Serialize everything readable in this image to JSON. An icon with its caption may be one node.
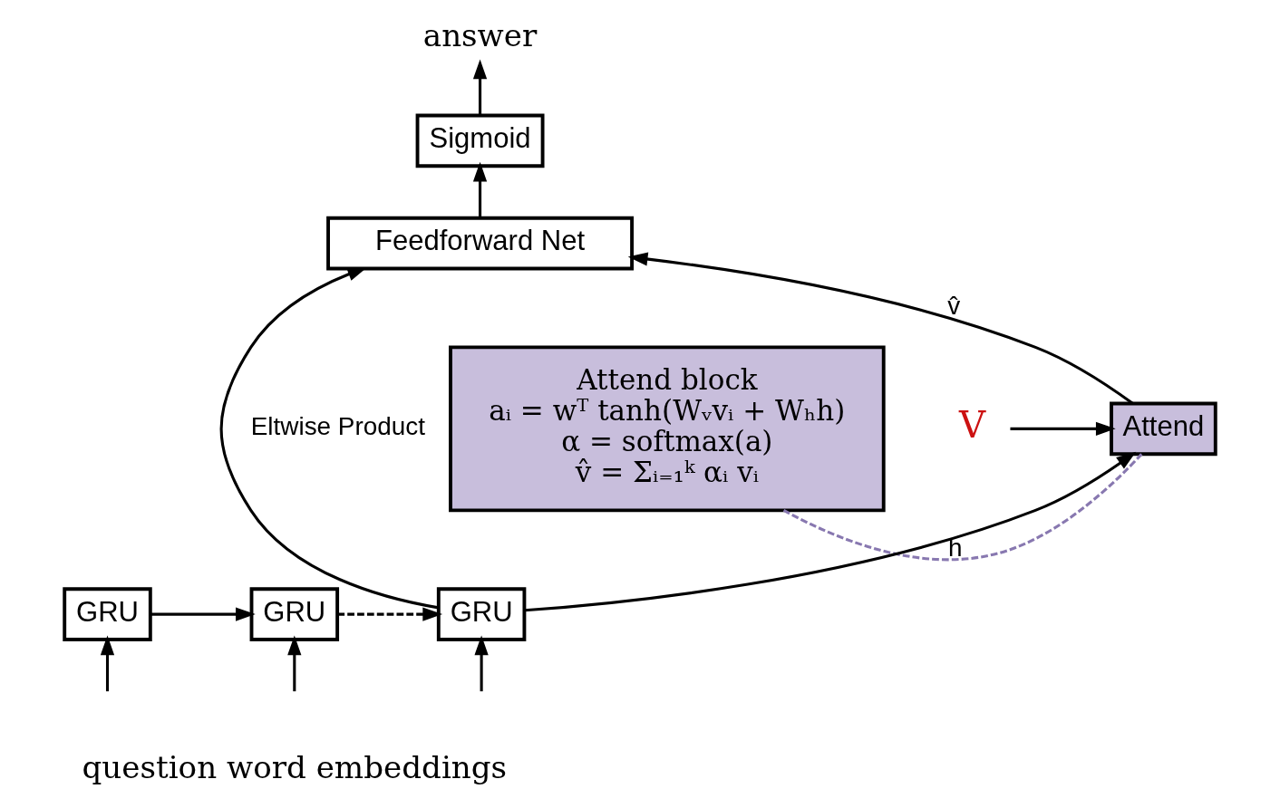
{
  "diagram": {
    "nodes": [
      {
        "text": [
          "answer"
        ]
      },
      {
        "text": [
          "Sigmoid"
        ]
      },
      {
        "text": [
          "Feedforward Net"
        ]
      },
      {
        "text": [
          "Attend"
        ]
      },
      {
        "text": [
          "V"
        ]
      },
      {
        "text": [
          "GRU"
        ]
      },
      {
        "text": [
          "GRU"
        ]
      },
      {
        "text": [
          "GRU"
        ]
      },
      {
        "text": [
          "Attend block",
          "aᵢ = wᵀ tanh(Wᵥvᵢ + Wₕh)",
          "α = softmax(a)",
          "v̂ = Σᵢ₌₁ᵏ αᵢ vᵢ"
        ]
      }
    ],
    "edges": [
      {
        "from": 1,
        "to": 0,
        "arrow": "to"
      },
      {
        "from": 2,
        "to": 1,
        "arrow": "to"
      },
      {
        "from": 3,
        "to": 2,
        "arrow": "to",
        "label": "v̂"
      },
      {
        "from": 7,
        "to": 2,
        "arrow": "to",
        "label": "Eltwise Product"
      },
      {
        "from": 7,
        "to": 3,
        "arrow": "to",
        "label": "h"
      },
      {
        "from": 4,
        "to": 3,
        "arrow": "to"
      },
      {
        "from": 5,
        "to": 6,
        "arrow": "to"
      },
      {
        "from": 6,
        "to": 7,
        "arrow": "to",
        "style": "dashed"
      },
      {
        "from": 3,
        "to": 8,
        "arrow": "none",
        "style": "dashed",
        "color": "#8878b0"
      },
      {
        "from": null,
        "to": 5,
        "arrow": "to"
      },
      {
        "from": null,
        "to": 6,
        "arrow": "to"
      },
      {
        "from": null,
        "to": 7,
        "arrow": "to"
      }
    ],
    "labels": [
      "question word embeddings"
    ]
  }
}
